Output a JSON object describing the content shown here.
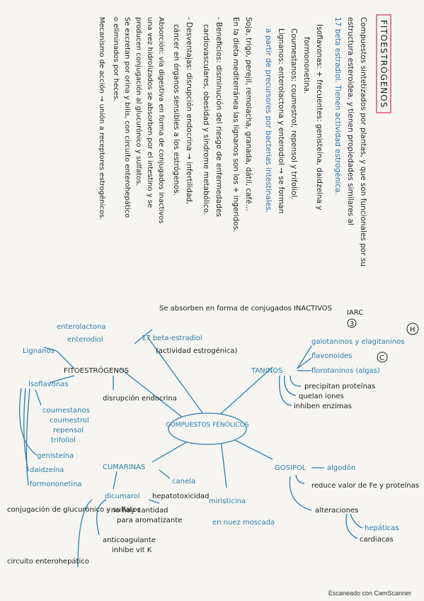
{
  "notes": {
    "title": "FITOESTRÓGENOS",
    "lines": [
      "Compuestos sintetizados por plantas, y que son funcionales por su",
      "estructura esteroidea, y tienen propiedades similares al",
      "17 beta estradiol. Tienen actividad estrogénica.",
      "Isoflavonas: + frecuentes: genisteína, daidzeína y",
      "formononetina.",
      "Coumestanos: coumestrol, repensol y trifoliol.",
      "Lignanos: enterolactona y enterodiol → se forman",
      "a partir de precursores por bacterias intestinales.",
      "Soja, trigo, perejil, remolacha, granada, dátil, café...",
      "En la dieta mediterránea las lignanos son los + ingeridos.",
      "- Beneficios: disminución del riesgo de enfermedades",
      "cardiovasculares, obesidad y síndrome metabólico.",
      "- Desventajas: disrupción endocrina → infertilidad,",
      "cáncer en órganos sensibles a los estrógenos.",
      "Absorción: vía digestiva en forma de conjugados inactivos",
      "una vez hidrolizados se absorben por el intestino y se",
      "producen conjugación al glucurónico y sulfatos.",
      "Se excretan por orina y bilis, con circuito enterohepático",
      "o eliminados por heces.",
      "Mecanismo de acción → unión a receptores estrogénicos."
    ]
  },
  "map": {
    "center": "COMPUESTOS FENÓLICOS",
    "top_note": "Se absorben en forma de conjugados INACTIVOS",
    "fitoestrogenos": "FITOESTRÓGENOS",
    "beta": "17 beta-estradiol",
    "beta_note": "(actividad estrogénica)",
    "disrupcion": "disrupción endocrina",
    "lignanos": "Lignanos",
    "enterolactona": "enterolactona",
    "enterodiol": "enterodiol",
    "isoflavonas": "Isoflavonas",
    "coumestanos": "coumestanos",
    "coumestrol": "coumestrol",
    "repensol": "repensol",
    "trifoliol": "trifoliol",
    "genisteina": "genisteína",
    "daidzeina": "daidzeína",
    "formononetina": "formononetina",
    "conjugacion": "conjugación de glucurónico y sulfatos",
    "circuito": "circuito enterohepático",
    "cumarinas": "CUMARINAS",
    "canela": "canela",
    "dicumarol": "dicumarol",
    "hepato": "hepatotoxicidad",
    "no_hay": "- no hay cantidad",
    "aromatizante": "para aromatizante",
    "anticoagulante": "anticoagulante",
    "inhibe": "inhibe vit K",
    "miristicina": "miristicina",
    "nuez": "en nuez moscada",
    "taninos": "TANINOS",
    "iarc": "IARC",
    "iarc_num": "3",
    "h_badge": "H",
    "c_badge": "C",
    "galotaninos": "galotaninos y elagitaninos",
    "flavonoides": "flavonoides",
    "florotaninos": "florotaninos (algas)",
    "precipitan": "precipitan proteínas",
    "quelan": "quelan iones",
    "inhiben": "inhiben enzimas",
    "gosipol": "GOSIPOL",
    "algodon": "algodón",
    "reduce": "reduce valor de Fe y proteínas",
    "alteraciones": "alteraciones",
    "hepaticas": "hepáticas",
    "cardiacas": "cardiacas"
  },
  "footer": "Escaneado con CamScanner"
}
